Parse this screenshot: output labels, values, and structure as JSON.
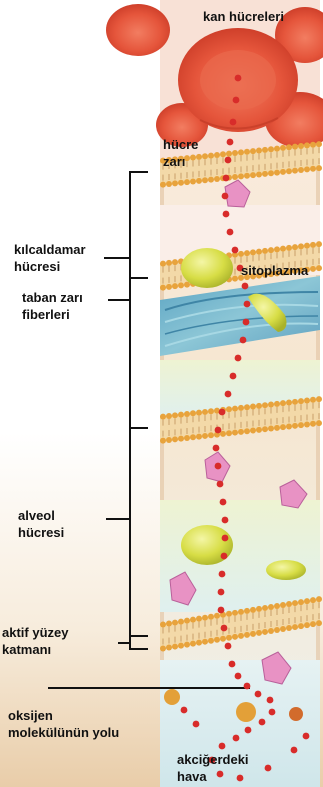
{
  "labels": {
    "blood_cells": "kan hücreleri",
    "cell_membrane": "hücre\nzarı",
    "capillary_cell": "kılcaldamar\nhücresi",
    "cytoplasm": "sitoplazma",
    "basement_fibers": "taban zarı\nfiberleri",
    "alveolar_cell": "alveol\nhücresi",
    "surfactant_layer": "aktif yüzey\nkatmanı",
    "oxygen_path": "oksijen\nmolekülünün yolu",
    "lung_air": "akciğerdeki\nhava"
  },
  "colors": {
    "blood_cell": "#e5553b",
    "membrane_head": "#e8a33c",
    "membrane_tail": "#f3d9a8",
    "fiber_layer": "#6fb3c9",
    "protein": "#e892c4",
    "organelle": "#d7dd45",
    "oxygen": "#d82c2a"
  }
}
